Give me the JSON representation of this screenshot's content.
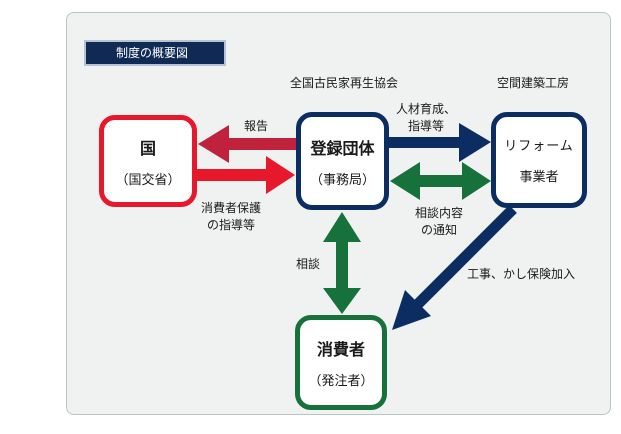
{
  "badge": "制度の概要図",
  "headers": {
    "association": "全国古民家再生協会",
    "company": "空間建築工房"
  },
  "nodes": {
    "government": {
      "main": "国",
      "sub": "（国交省）"
    },
    "organization": {
      "main": "登録団体",
      "sub": "（事務局）"
    },
    "reform": {
      "main": "リフォーム",
      "sub": "事業者"
    },
    "consumer": {
      "main": "消費者",
      "sub": "（発注者）"
    }
  },
  "labels": {
    "report": "報告",
    "consumer_protection": [
      "消費者保護",
      "の指導等"
    ],
    "training": [
      "人材育成、",
      "指導等"
    ],
    "consultation_notice": [
      "相談内容",
      "の通知"
    ],
    "consultation": "相談",
    "work": "工事、かし保険加入"
  },
  "colors": {
    "red": "#e8182c",
    "crimson": "#c0223d",
    "navy": "#0c2d62",
    "green": "#16713a",
    "panel": "#eff2f1"
  }
}
